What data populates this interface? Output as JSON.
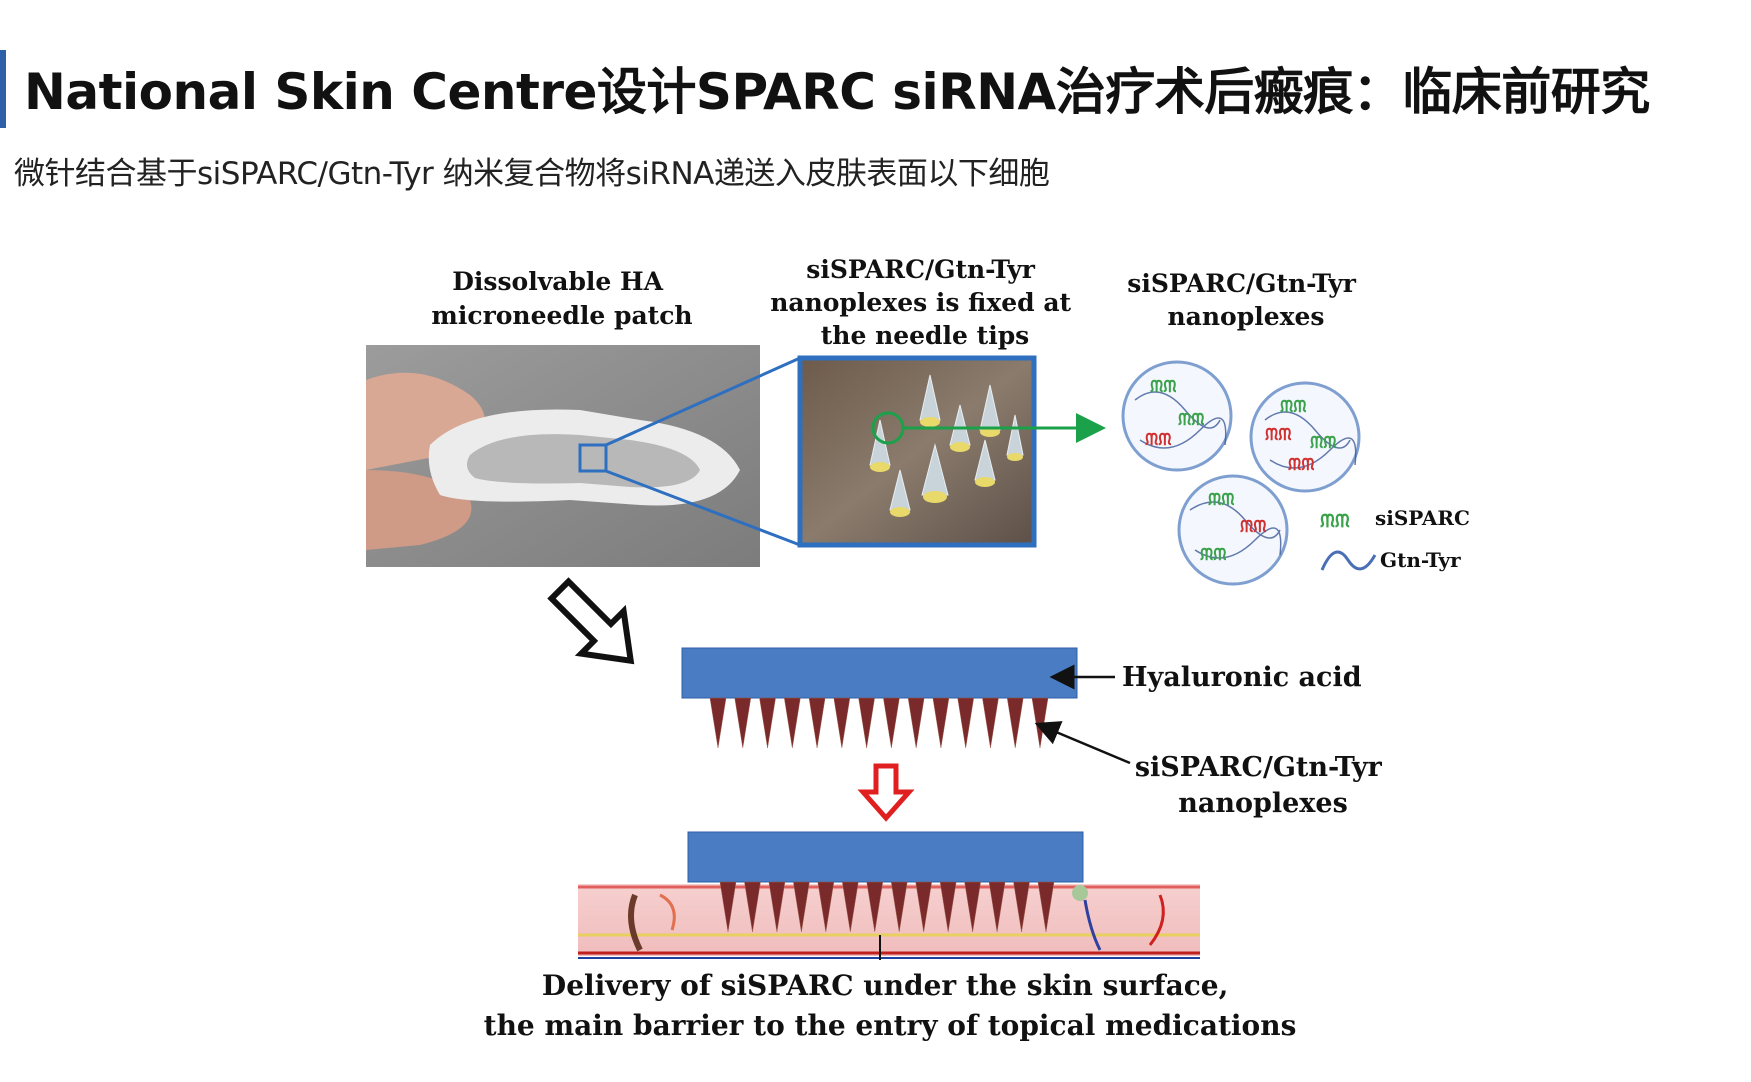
{
  "header": {
    "title": "National Skin Centre设计SPARC siRNA治疗术后瘢痕：临床前研究",
    "subtitle": "微针结合基于siSPARC/Gtn-Tyr 纳米复合物将siRNA递送入皮肤表面以下细胞"
  },
  "figure": {
    "patch_label": [
      "Dissolvable HA",
      "microneedle patch"
    ],
    "tips_label": [
      "siSPARC/Gtn-Tyr",
      "nanoplexes is fixed at",
      "the  needle tips"
    ],
    "nanoplex_label": [
      "siSPARC/Gtn-Tyr",
      "nanoplexes"
    ],
    "legend": {
      "sisparc": "siSPARC",
      "gtn_tyr": "Gtn-Tyr"
    },
    "ha_label": "Hyaluronic acid",
    "needle_label": [
      "siSPARC/Gtn-Tyr",
      "nanoplexes"
    ],
    "caption": [
      "Delivery of siSPARC under the skin surface,",
      "the main barrier to the entry of topical medications"
    ]
  },
  "colors": {
    "accent_blue": "#2f6fbf",
    "patch_blue": "#4a7cc4",
    "needle_dark": "#7a2a2a",
    "arrow_green": "#1aa14a",
    "arrow_red": "#e02020",
    "skin_pink": "#f4c9c9",
    "nanoplex_circle": "#7e9fd0",
    "sirna_green": "#3aa24a",
    "sirna_red": "#d03030"
  }
}
